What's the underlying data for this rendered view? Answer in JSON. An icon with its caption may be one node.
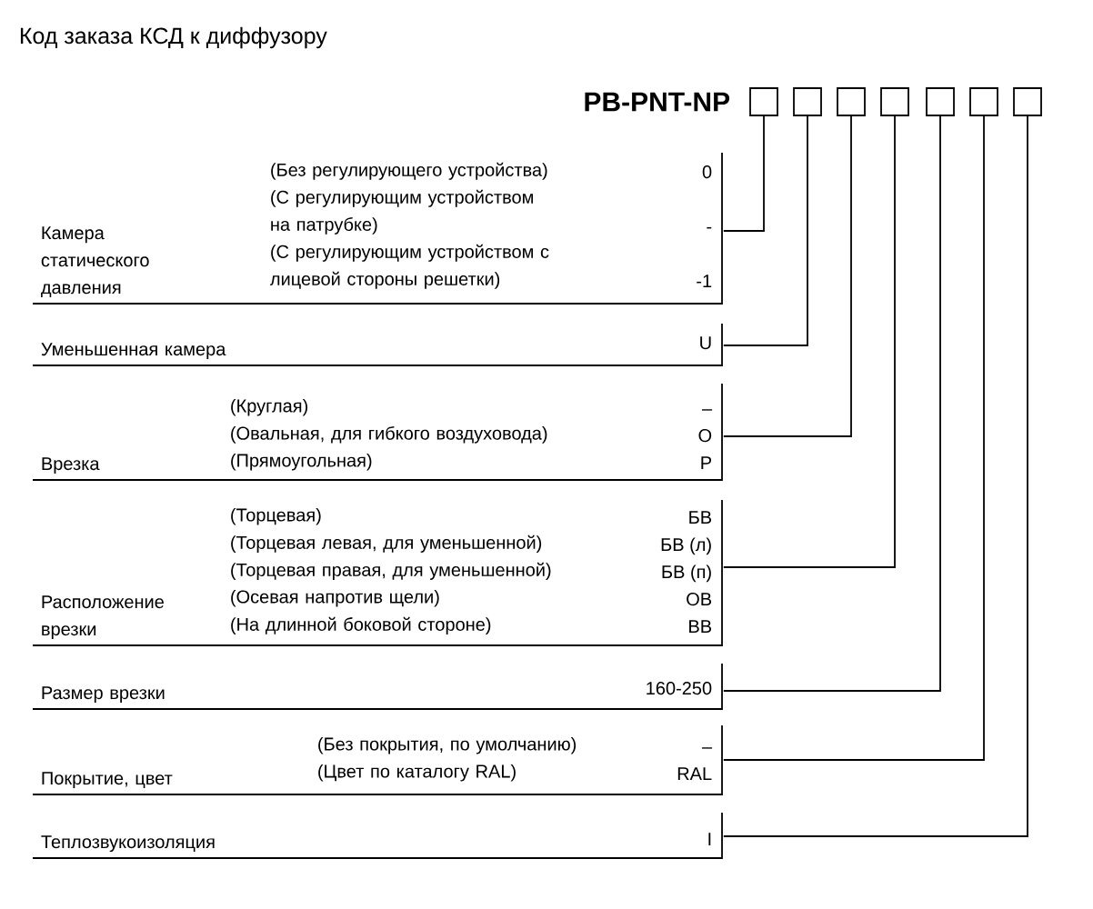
{
  "diagram": {
    "title": "Код заказа КСД к диффузору",
    "nodes": [
      {
        "text": [],
        "shape": "box"
      },
      {
        "text": [],
        "shape": "box"
      },
      {
        "text": [],
        "shape": "box"
      },
      {
        "text": [],
        "shape": "box"
      },
      {
        "text": [],
        "shape": "box"
      },
      {
        "text": [],
        "shape": "box"
      },
      {
        "text": [],
        "shape": "box"
      },
      {
        "text": [
          "Камера статического давления",
          "(Без регулирующего устройства)",
          "0",
          "(С регулирующим устройством на патрубке)",
          "-",
          "(С регулирующим устройством с лицевой стороны решетки)",
          "-1"
        ]
      },
      {
        "text": [
          "Уменьшенная камера",
          "U"
        ]
      },
      {
        "text": [
          "Врезка",
          "(Круглая)",
          "–",
          "(Овальная, для гибкого воздуховода)",
          "O",
          "(Прямоугольная)",
          "P"
        ]
      },
      {
        "text": [
          "Расположение врезки",
          "(Торцевая)",
          "БВ",
          "(Торцевая левая, для уменьшенной)",
          "БВ (л)",
          "(Торцевая правая, для уменьшенной)",
          "БВ (п)",
          "(Осевая напротив щели)",
          "ОВ",
          "(На длинной боковой стороне)",
          "ВВ"
        ]
      },
      {
        "text": [
          "Размер врезки",
          "160-250"
        ]
      },
      {
        "text": [
          "Покрытие, цвет",
          "(Без покрытия, по умолчанию)",
          "–",
          "(Цвет по каталогу RAL)",
          "RAL"
        ]
      },
      {
        "text": [
          "Теплозвукоизоляция",
          "I"
        ]
      }
    ],
    "edges": [
      {
        "from": 0,
        "to": 7,
        "arrow": "none"
      },
      {
        "from": 1,
        "to": 8,
        "arrow": "none"
      },
      {
        "from": 2,
        "to": 9,
        "arrow": "none"
      },
      {
        "from": 3,
        "to": 10,
        "arrow": "none"
      },
      {
        "from": 4,
        "to": 11,
        "arrow": "none"
      },
      {
        "from": 5,
        "to": 12,
        "arrow": "none"
      },
      {
        "from": 6,
        "to": 13,
        "arrow": "none"
      }
    ],
    "labels": [
      "PB-PNT-NP"
    ]
  }
}
